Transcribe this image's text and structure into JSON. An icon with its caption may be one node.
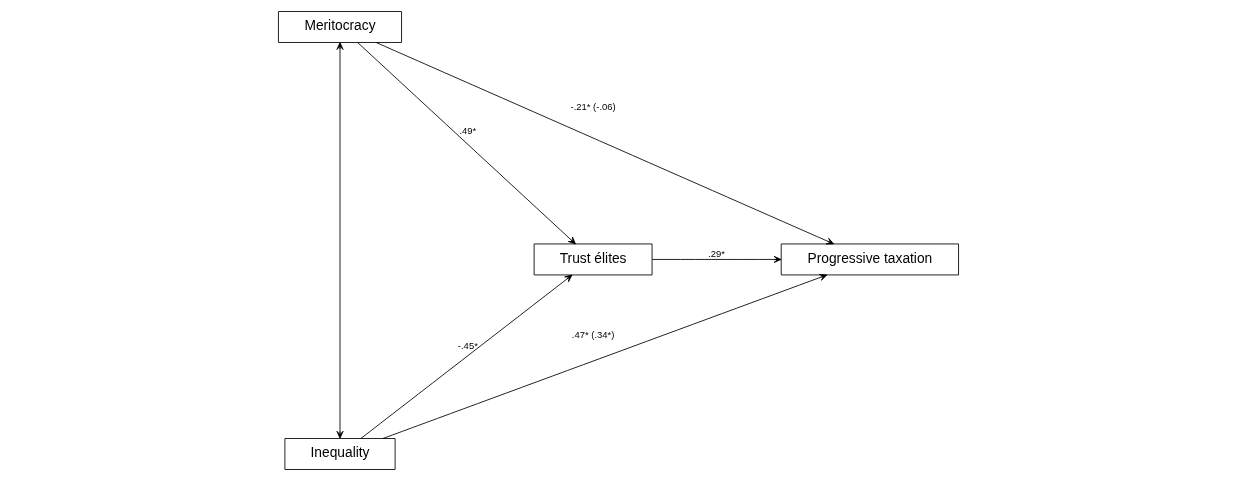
{
  "diagram": {
    "nodes": [
      {
        "text": [
          "Meritocracy"
        ]
      },
      {
        "text": [
          "Trust élites"
        ]
      },
      {
        "text": [
          "Progressive taxation"
        ]
      },
      {
        "text": [
          "Inequality"
        ]
      }
    ],
    "edges": [
      {
        "from": 0,
        "to": 3,
        "arrow": "both"
      },
      {
        "from": 0,
        "to": 1,
        "arrow": "to",
        "label": ".49*"
      },
      {
        "from": 3,
        "to": 1,
        "arrow": "to",
        "label": "-.45*"
      },
      {
        "from": 0,
        "to": 2,
        "arrow": "to",
        "label": "-.21* (-.06)"
      },
      {
        "from": 1,
        "to": 2,
        "arrow": "to",
        "label": ".29*"
      },
      {
        "from": 3,
        "to": 2,
        "arrow": "to",
        "label": ".47* (.34*)"
      }
    ]
  }
}
